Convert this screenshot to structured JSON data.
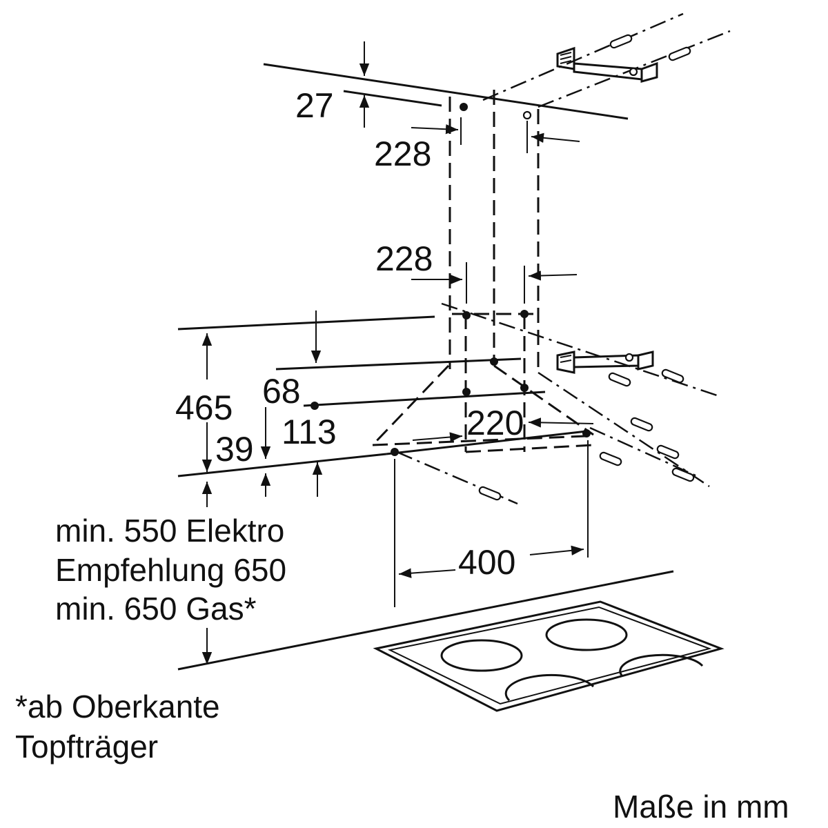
{
  "dimensions": {
    "d27": "27",
    "d228_top": "228",
    "d228_mid": "228",
    "d465": "465",
    "d68": "68",
    "d113": "113",
    "d39": "39",
    "d220": "220",
    "d400": "400"
  },
  "notes": {
    "line1": "min. 550 Elektro",
    "line2": "Empfehlung 650",
    "line3": "min. 650 Gas*",
    "footnote_line1": "*ab Oberkante",
    "footnote_line2": "Topfträger",
    "units": "Maße in mm"
  }
}
